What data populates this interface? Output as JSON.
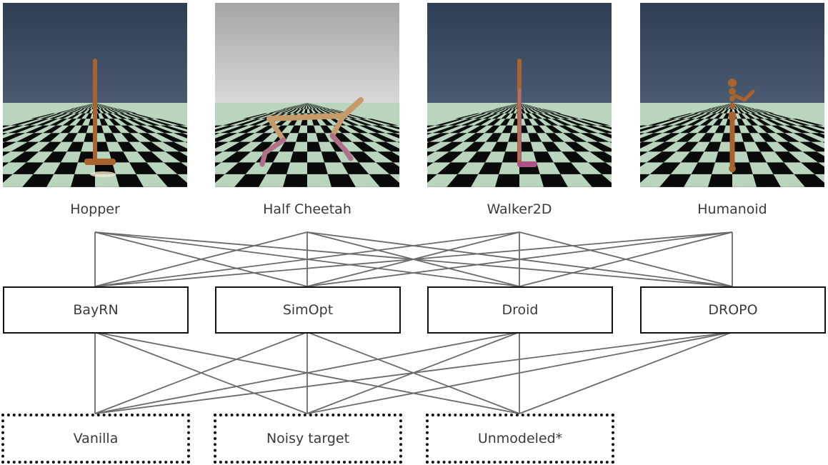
{
  "environments": [
    {
      "label": "Hopper",
      "sky": "#3f5068",
      "sky_top": "#2e3e55",
      "figure": "hopper"
    },
    {
      "label": "Half Cheetah",
      "sky": "#b8b8b8",
      "sky_top": "#9a9a9a",
      "figure": "cheetah"
    },
    {
      "label": "Walker2D",
      "sky": "#3f5068",
      "sky_top": "#2e3e55",
      "figure": "walker"
    },
    {
      "label": "Humanoid",
      "sky": "#3f5068",
      "sky_top": "#2e3e55",
      "figure": "humanoid"
    }
  ],
  "methods": [
    {
      "label": "BayRN"
    },
    {
      "label": "SimOpt"
    },
    {
      "label": "Droid"
    },
    {
      "label": "DROPO"
    }
  ],
  "settings": [
    {
      "label": "Vanilla"
    },
    {
      "label": "Noisy target"
    },
    {
      "label": "Unmodeled*"
    }
  ],
  "colors": {
    "line": "#6a6a6a",
    "floor_light": "#b9d5bd",
    "floor_dark": "#0a0a0a",
    "body_brown": "#a8642e",
    "body_tan": "#c79a6a",
    "body_pink": "#b0708a"
  }
}
